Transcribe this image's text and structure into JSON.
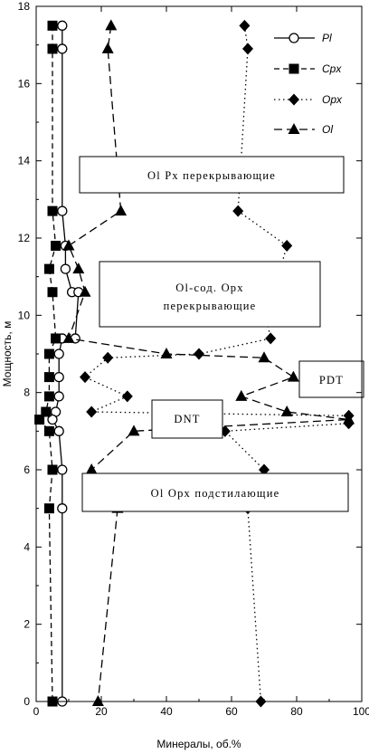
{
  "chart_data": {
    "type": "line",
    "xlabel": "Минералы, об.%",
    "ylabel": "Мощность, м",
    "xlim": [
      0,
      100
    ],
    "ylim": [
      0,
      18
    ],
    "xticks": [
      0,
      20,
      40,
      60,
      80,
      100
    ],
    "yticks": [
      0,
      2,
      4,
      6,
      8,
      10,
      12,
      14,
      16,
      18
    ],
    "legend_position": "top-right",
    "series": [
      {
        "name": "Pl",
        "marker": "circle-open",
        "line": "solid",
        "points": [
          [
            8,
            17.5
          ],
          [
            8,
            16.9
          ],
          [
            8,
            12.7
          ],
          [
            9,
            11.8
          ],
          [
            9,
            11.2
          ],
          [
            11,
            10.6
          ],
          [
            13,
            10.6
          ],
          [
            12,
            9.4
          ],
          [
            8,
            9.4
          ],
          [
            7,
            9.0
          ],
          [
            7,
            8.4
          ],
          [
            7,
            7.9
          ],
          [
            6,
            7.5
          ],
          [
            5,
            7.3
          ],
          [
            7,
            7.0
          ],
          [
            8,
            6.0
          ],
          [
            8,
            5.0
          ],
          [
            8,
            0.0
          ]
        ]
      },
      {
        "name": "Cpx",
        "marker": "square",
        "line": "dash",
        "points": [
          [
            5,
            17.5
          ],
          [
            5,
            16.9
          ],
          [
            5,
            12.7
          ],
          [
            6,
            11.8
          ],
          [
            4,
            11.2
          ],
          [
            5,
            10.6
          ],
          [
            6,
            9.4
          ],
          [
            4,
            9.0
          ],
          [
            4,
            8.4
          ],
          [
            4,
            7.9
          ],
          [
            3,
            7.5
          ],
          [
            1,
            7.3
          ],
          [
            4,
            7.0
          ],
          [
            5,
            6.0
          ],
          [
            4,
            5.0
          ],
          [
            5,
            0.0
          ]
        ]
      },
      {
        "name": "Opx",
        "marker": "diamond",
        "line": "dot",
        "points": [
          [
            64,
            17.5
          ],
          [
            65,
            16.9
          ],
          [
            62,
            12.7
          ],
          [
            77,
            11.8
          ],
          [
            75,
            11.2
          ],
          [
            69,
            10.6
          ],
          [
            72,
            9.4
          ],
          [
            50,
            9.0
          ],
          [
            22,
            8.9
          ],
          [
            15,
            8.4
          ],
          [
            28,
            7.9
          ],
          [
            17,
            7.5
          ],
          [
            96,
            7.4
          ],
          [
            96,
            7.2
          ],
          [
            58,
            7.0
          ],
          [
            70,
            6.0
          ],
          [
            65,
            5.0
          ],
          [
            69,
            0.0
          ]
        ]
      },
      {
        "name": "Ol",
        "marker": "triangle",
        "line": "longdash",
        "points": [
          [
            23,
            17.5
          ],
          [
            22,
            16.9
          ],
          [
            26,
            12.7
          ],
          [
            10,
            11.8
          ],
          [
            13,
            11.2
          ],
          [
            15,
            10.6
          ],
          [
            10,
            9.4
          ],
          [
            40,
            9.0
          ],
          [
            70,
            8.9
          ],
          [
            79,
            8.4
          ],
          [
            63,
            7.9
          ],
          [
            77,
            7.5
          ],
          [
            96,
            7.3
          ],
          [
            30,
            7.0
          ],
          [
            17,
            6.0
          ],
          [
            25,
            5.0
          ],
          [
            19,
            0.0
          ]
        ]
      }
    ],
    "annotations": [
      {
        "id": "ann-ol-px",
        "lines": [
          "Ol Px перекрывающие"
        ]
      },
      {
        "id": "ann-ol-opx-top",
        "lines": [
          "Ol-сод. Opx",
          "перекрывающие"
        ]
      },
      {
        "id": "ann-pdt",
        "lines": [
          "PDT"
        ]
      },
      {
        "id": "ann-dnt",
        "lines": [
          "DNT"
        ]
      },
      {
        "id": "ann-ol-opx-bottom",
        "lines": [
          "Ol Opx подстилающие"
        ]
      }
    ]
  }
}
